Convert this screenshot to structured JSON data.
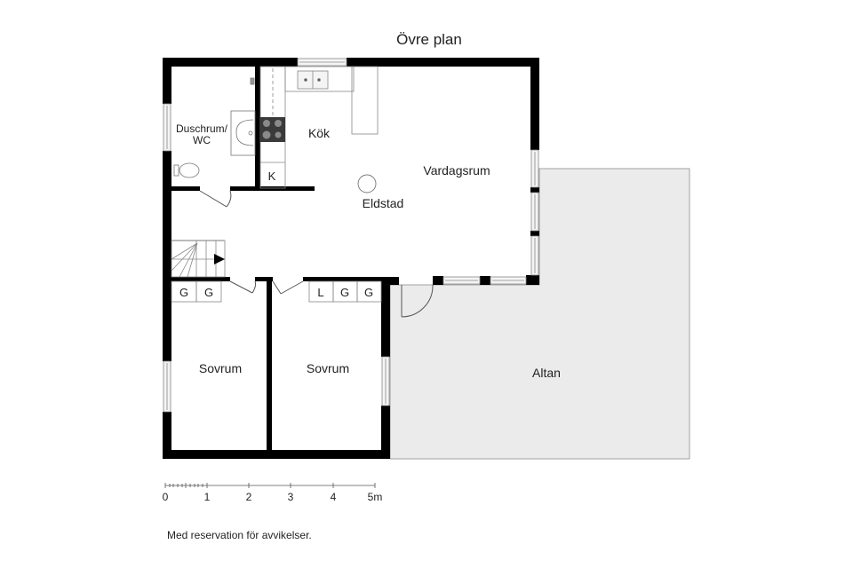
{
  "title": "Övre plan",
  "rooms": {
    "bathroom": {
      "label_line1": "Duschrum/",
      "label_line2": "WC"
    },
    "kitchen": {
      "label": "Kök"
    },
    "living_room": {
      "label": "Vardagsrum"
    },
    "fireplace": {
      "label": "Eldstad"
    },
    "bedroom_left": {
      "label": "Sovrum"
    },
    "bedroom_right": {
      "label": "Sovrum"
    },
    "deck": {
      "label": "Altan"
    }
  },
  "fixtures": {
    "fridge_label": "K",
    "wardrobes_left": [
      "G",
      "G"
    ],
    "wardrobes_right": [
      "L",
      "G",
      "G"
    ]
  },
  "scale_bar": {
    "ticks": [
      "0",
      "1",
      "2",
      "3",
      "4",
      "5m"
    ]
  },
  "disclaimer": "Med reservation för avvikelser.",
  "colors": {
    "wall": "#000000",
    "deck_fill": "#ebebeb",
    "deck_stroke": "#a0a0a0",
    "window_fill": "#e6e6e6",
    "stove": "#3a3a3a",
    "text": "#222222"
  }
}
